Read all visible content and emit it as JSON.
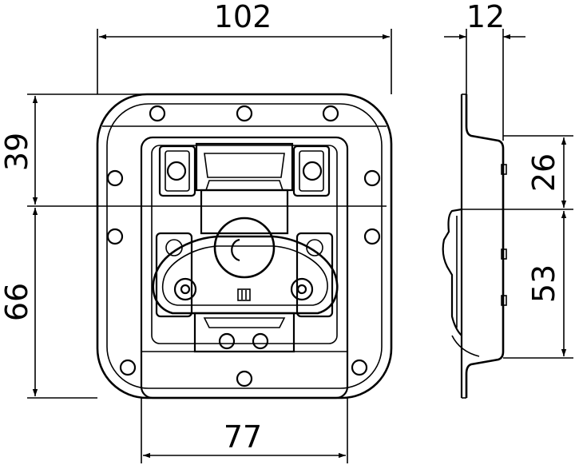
{
  "dimensions": {
    "overall_width": "102",
    "depth": "12",
    "upper_height": "39",
    "lower_height": "66",
    "inner_width": "77",
    "side_upper": "26",
    "side_lower": "53"
  },
  "colors": {
    "stroke": "#000000",
    "background": "#ffffff"
  }
}
